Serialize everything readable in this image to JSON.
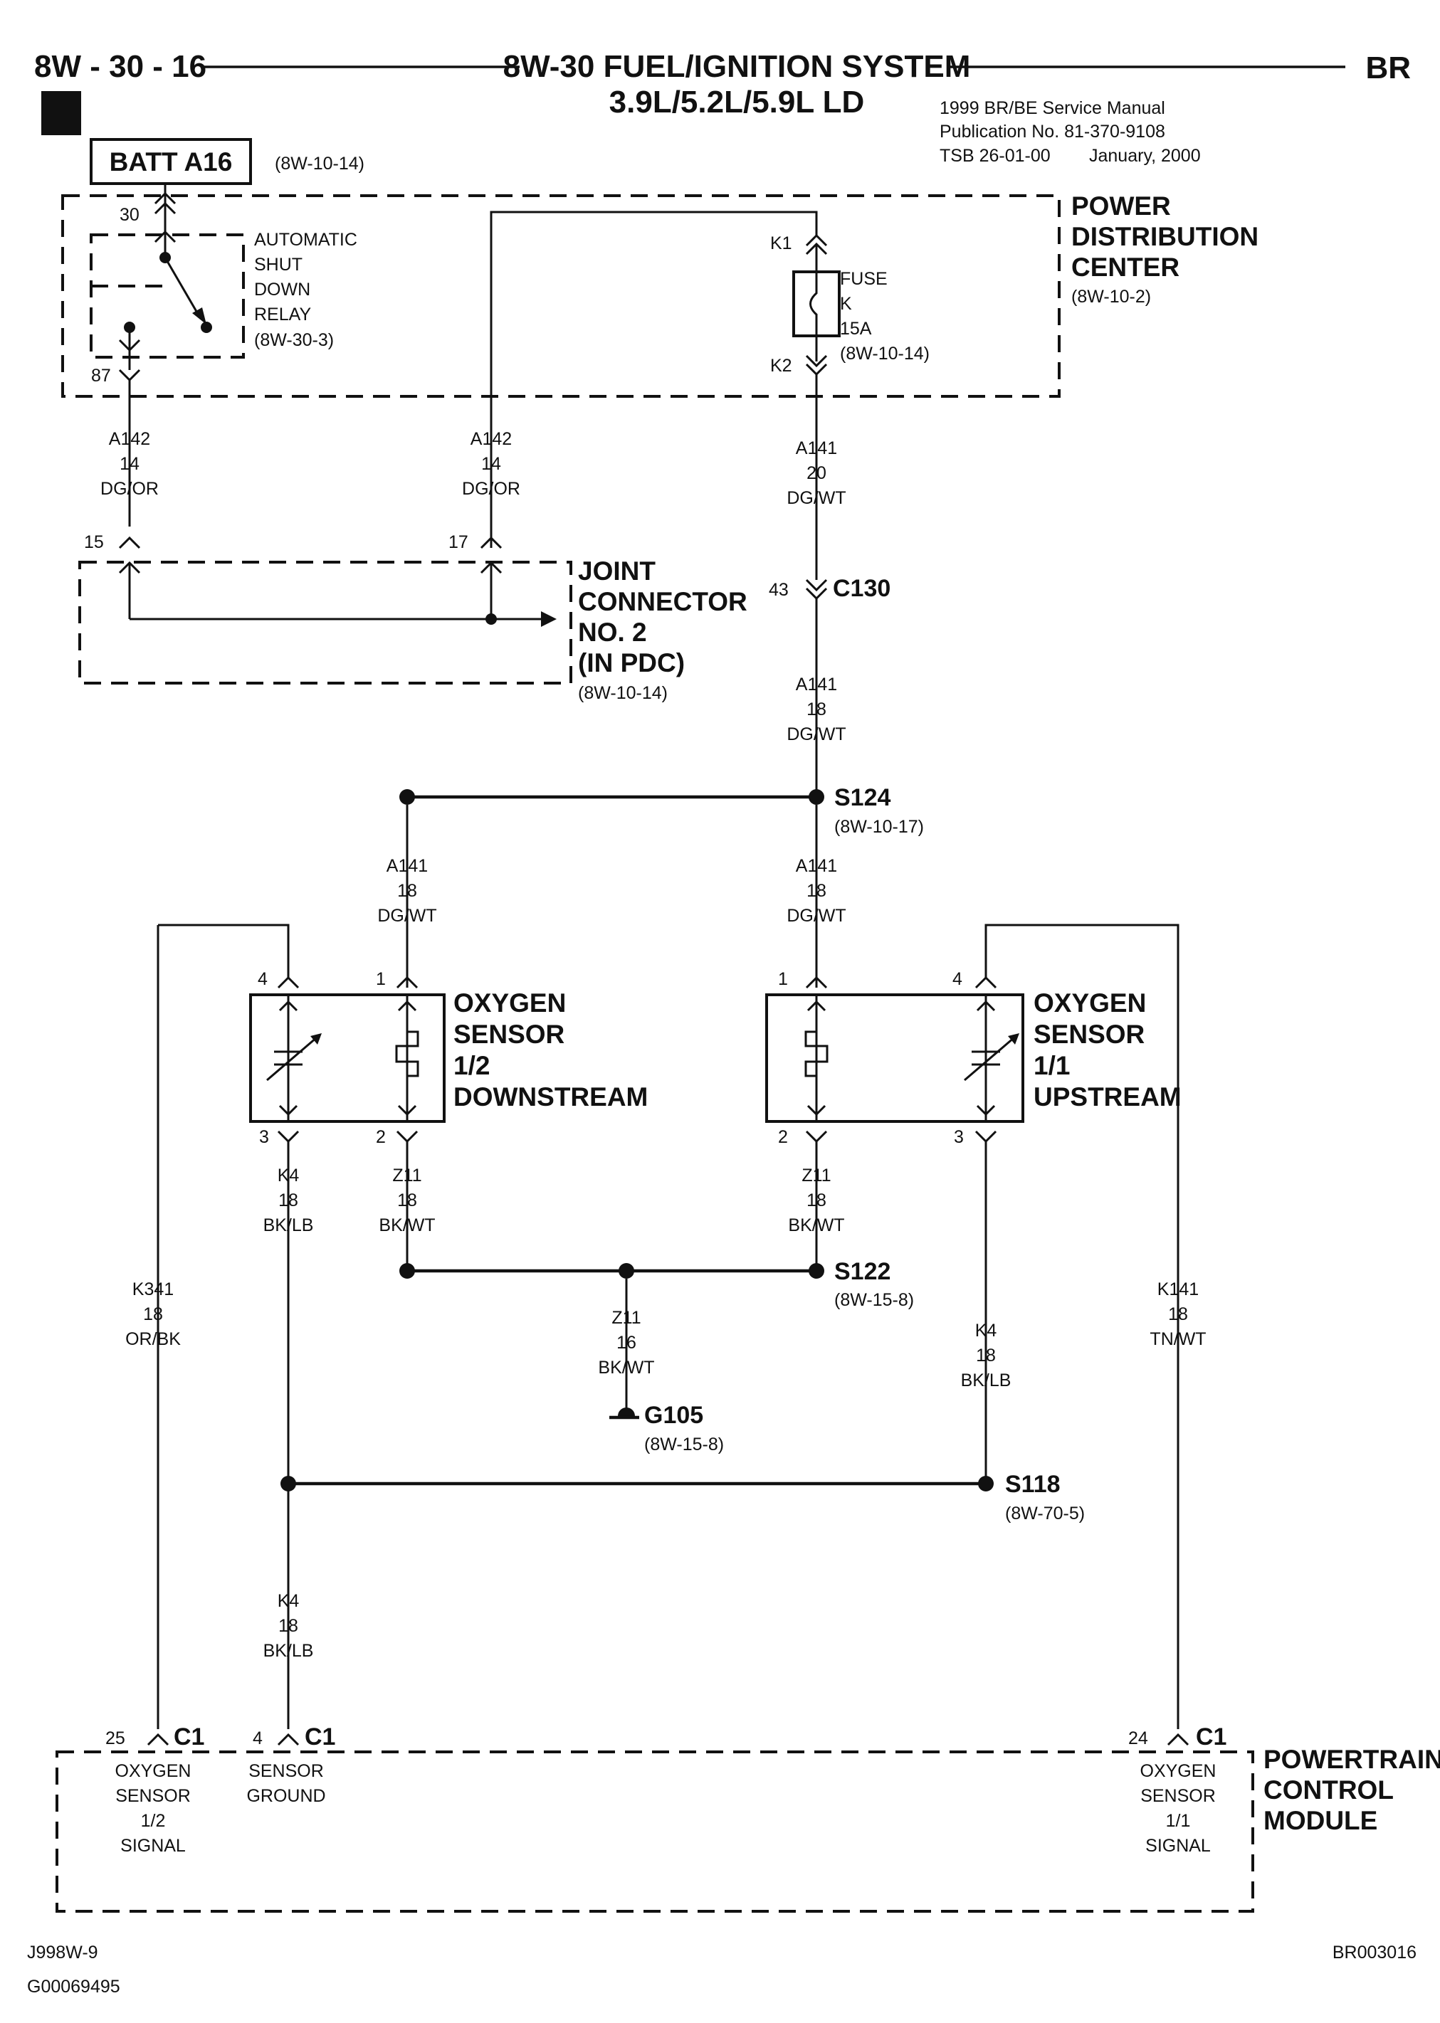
{
  "header": {
    "page_number": "8W - 30 - 16",
    "title_line1": "8W-30 FUEL/IGNITION SYSTEM",
    "title_line2": "3.9L/5.2L/5.9L LD",
    "model": "BR",
    "manual_line1": "1999 BR/BE Service Manual",
    "manual_line2": "Publication No. 81-370-9108",
    "manual_line3_tsb": "TSB 26-01-00",
    "manual_line3_date": "January, 2000"
  },
  "batt": {
    "label": "BATT A16",
    "ref": "(8W-10-14)"
  },
  "pdc": {
    "title_lines": [
      "POWER",
      "DISTRIBUTION",
      "CENTER"
    ],
    "ref": "(8W-10-2)",
    "relay_pin_top": "30",
    "relay_pin_bottom": "87",
    "relay_lines": [
      "AUTOMATIC",
      "SHUT",
      "DOWN",
      "RELAY",
      "(8W-30-3)"
    ],
    "fuse_pin_top": "K1",
    "fuse_pin_bottom": "K2",
    "fuse_lines": [
      "FUSE",
      "K",
      "15A",
      "(8W-10-14)"
    ]
  },
  "wires": {
    "a142_left": [
      "A142",
      "14",
      "DG/OR"
    ],
    "a142_mid": [
      "A142",
      "14",
      "DG/OR"
    ],
    "a141_20": [
      "A141",
      "20",
      "DG/WT"
    ],
    "a141_18_c130": [
      "A141",
      "18",
      "DG/WT"
    ],
    "a141_18_left": [
      "A141",
      "18",
      "DG/WT"
    ],
    "a141_18_right": [
      "A141",
      "18",
      "DG/WT"
    ],
    "k4_left": [
      "K4",
      "18",
      "BK/LB"
    ],
    "z11_left": [
      "Z11",
      "18",
      "BK/WT"
    ],
    "z11_right": [
      "Z11",
      "18",
      "BK/WT"
    ],
    "z11_ground": [
      "Z11",
      "16",
      "BK/WT"
    ],
    "k341": [
      "K341",
      "18",
      "OR/BK"
    ],
    "k4_right": [
      "K4",
      "18",
      "BK/LB"
    ],
    "k141": [
      "K141",
      "18",
      "TN/WT"
    ],
    "k4_bottom": [
      "K4",
      "18",
      "BK/LB"
    ]
  },
  "joint_connector": {
    "title_lines": [
      "JOINT",
      "CONNECTOR",
      "NO. 2",
      "(IN PDC)"
    ],
    "ref": "(8W-10-14)",
    "pin_left": "15",
    "pin_right": "17"
  },
  "c130": {
    "pin": "43",
    "label": "C130"
  },
  "splices": {
    "s124": {
      "label": "S124",
      "ref": "(8W-10-17)"
    },
    "s122": {
      "label": "S122",
      "ref": "(8W-15-8)"
    },
    "s118": {
      "label": "S118",
      "ref": "(8W-70-5)"
    },
    "g105": {
      "label": "G105",
      "ref": "(8W-15-8)"
    }
  },
  "sensor_down": {
    "title_lines": [
      "OXYGEN",
      "SENSOR",
      "1/2",
      "DOWNSTREAM"
    ],
    "pins": [
      "4",
      "1",
      "3",
      "2"
    ]
  },
  "sensor_up": {
    "title_lines": [
      "OXYGEN",
      "SENSOR",
      "1/1",
      "UPSTREAM"
    ],
    "pins": [
      "1",
      "4",
      "2",
      "3"
    ]
  },
  "pcm": {
    "title_lines": [
      "POWERTRAIN",
      "CONTROL",
      "MODULE"
    ],
    "pin25": "25",
    "pin4": "4",
    "pin24": "24",
    "conn": "C1",
    "label25": [
      "OXYGEN",
      "SENSOR",
      "1/2",
      "SIGNAL"
    ],
    "label4": [
      "SENSOR",
      "GROUND"
    ],
    "label24": [
      "OXYGEN",
      "SENSOR",
      "1/1",
      "SIGNAL"
    ]
  },
  "footer": {
    "left_code": "J998W-9",
    "left_code2": "G00069495",
    "right_code": "BR003016"
  }
}
